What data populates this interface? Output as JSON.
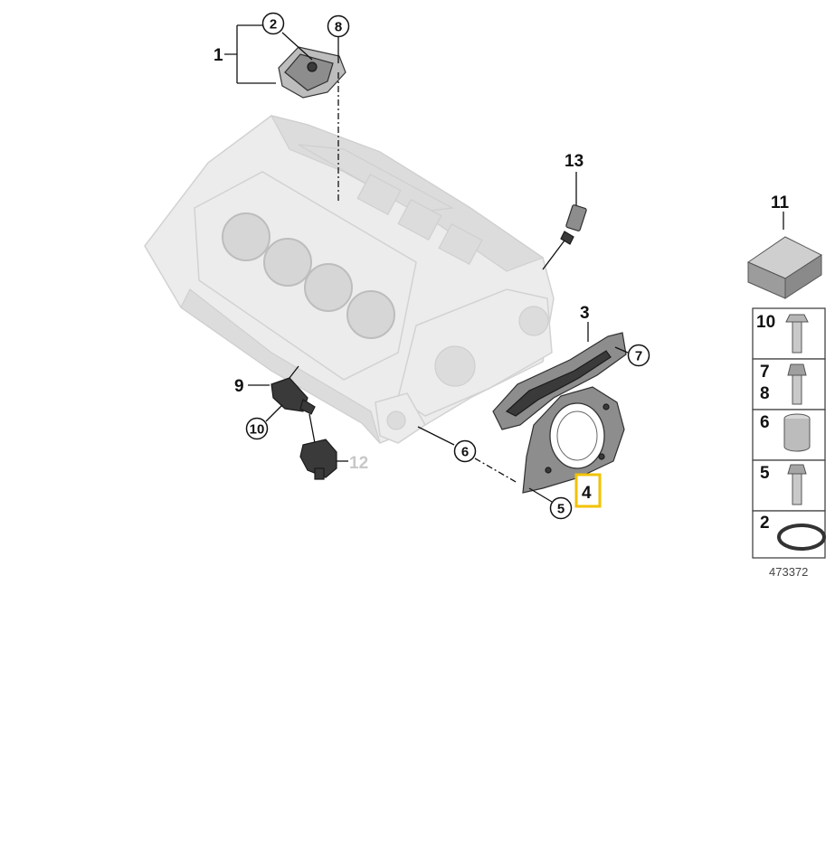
{
  "callouts": {
    "c1": "1",
    "c2": "2",
    "c3": "3",
    "c4": "4",
    "c5": "5",
    "c6": "6",
    "c7": "7",
    "c8": "8",
    "c9": "9",
    "c10": "10",
    "c11": "11",
    "c12": "12",
    "c13": "13"
  },
  "side_panel": {
    "items": [
      {
        "label": "10"
      },
      {
        "label": "7",
        "label2": "8"
      },
      {
        "label": "6"
      },
      {
        "label": "5"
      },
      {
        "label": "2"
      }
    ]
  },
  "diagram_ref": "473372",
  "colors": {
    "highlight": "#f2c200",
    "ghost_block": "#ececec",
    "part": "#8d8d8d"
  }
}
